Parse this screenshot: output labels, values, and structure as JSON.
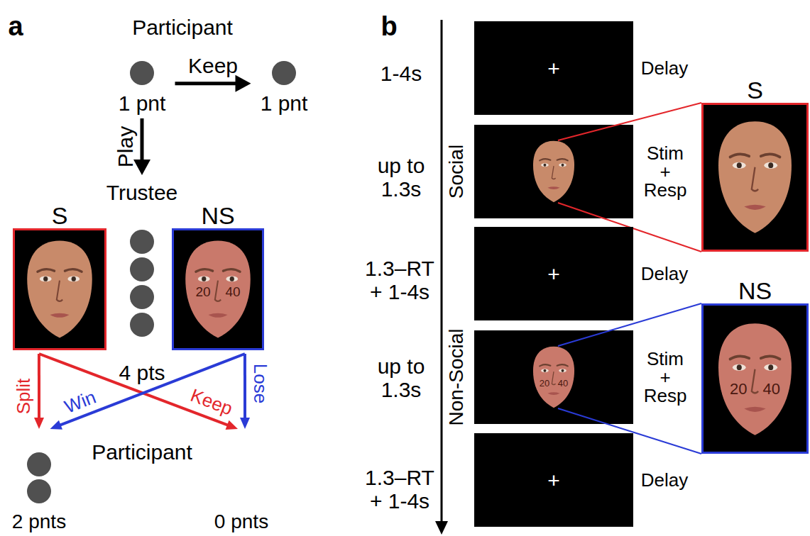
{
  "diagram": {
    "nodes": [
      {
        "text": [
          "1 pnt"
        ]
      },
      {
        "text": [
          "1 pnt"
        ]
      },
      {
        "text": [
          "Trustee"
        ]
      },
      {
        "text": [
          "S"
        ]
      },
      {
        "text": [
          "4 pts"
        ]
      },
      {
        "text": [
          "NS",
          "20",
          "40"
        ]
      },
      {
        "text": [
          "2 pnts"
        ]
      },
      {
        "text": [
          "0 pnts"
        ]
      },
      {
        "text": [
          "+"
        ]
      },
      {
        "text": [
          "+"
        ]
      },
      {
        "text": [
          "20",
          "40"
        ]
      },
      {
        "text": [
          "+"
        ]
      },
      {
        "text": [
          "S"
        ]
      },
      {
        "text": [
          "NS",
          "20",
          "40"
        ]
      }
    ],
    "edges": [
      {
        "from": 0,
        "to": 1,
        "arrow": "to",
        "label": "Keep"
      },
      {
        "from": 0,
        "to": 2,
        "arrow": "to",
        "label": "Play"
      },
      {
        "from": 3,
        "to": 6,
        "arrow": "to",
        "label": "Split"
      },
      {
        "from": 3,
        "to": 7,
        "arrow": "to",
        "label": "Keep"
      },
      {
        "from": 5,
        "to": 6,
        "arrow": "to",
        "label": "Win"
      },
      {
        "from": 5,
        "to": 7,
        "arrow": "to",
        "label": "Lose"
      }
    ],
    "labels": [
      "a",
      "Participant",
      "Participant",
      "b",
      "1-4s",
      "up to 1.3s",
      "1.3–RT + 1-4s",
      "up to 1.3s",
      "1.3–RT + 1-4s",
      "Social",
      "Non-Social",
      "Delay",
      "Stim + Resp",
      "Delay",
      "Stim + Resp",
      "Delay"
    ]
  }
}
